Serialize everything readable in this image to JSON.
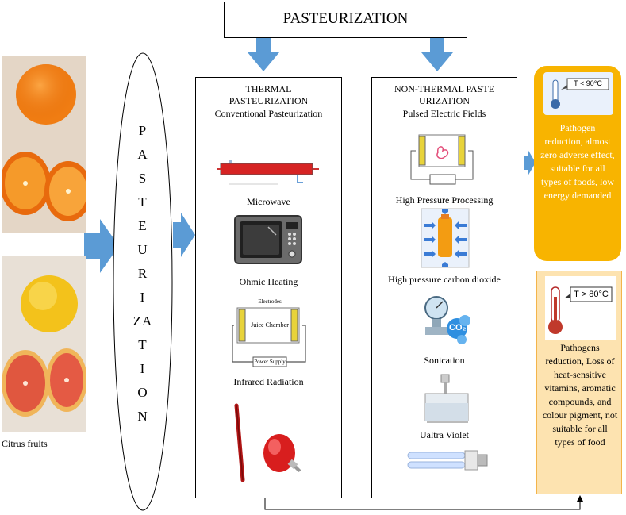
{
  "title": "PASTEURIZATION",
  "vertical_word": [
    "P",
    "A",
    "S",
    "T",
    "E",
    "U",
    "R",
    "I",
    "ZA",
    "T",
    "I",
    "O",
    "N"
  ],
  "photo_caption": "Citrus fruits",
  "thermal": {
    "heading_line1": "THERMAL",
    "heading_line2": "PASTEURIZATION",
    "items": [
      "Conventional Pasteurization",
      "Microwave",
      "Ohmic Heating",
      "Infrared Radiation"
    ],
    "ohmic_labels": {
      "electrodes": "Electrodes",
      "chamber": "Juice Chamber",
      "power": "Power Supply"
    }
  },
  "nonthermal": {
    "heading_line1": "NON-THERMAL PASTE",
    "heading_line2": "URIZATION",
    "items": [
      "Pulsed Electric Fields",
      "High Pressure Processing",
      "High pressure carbon dioxide",
      "Sonication",
      "Ualtra Violet"
    ],
    "co2_label": "CO₂"
  },
  "nonthermal_result": {
    "thermometer_label": "T < 90°C",
    "text": "Pathogen reduction, almost zero adverse effect, suitable for all types of foods, low energy demanded"
  },
  "thermal_result": {
    "thermometer_label": "T > 80°C",
    "text": "Pathogens reduction, Loss of heat-sensitive vitamins, aromatic compounds, and colour pigment, not suitable for all types of food"
  },
  "colors": {
    "arrow": "#5b9bd5",
    "orange_box": "#f8b400",
    "peach_box": "#fde3b0",
    "thermometer_red": "#c0392b"
  }
}
